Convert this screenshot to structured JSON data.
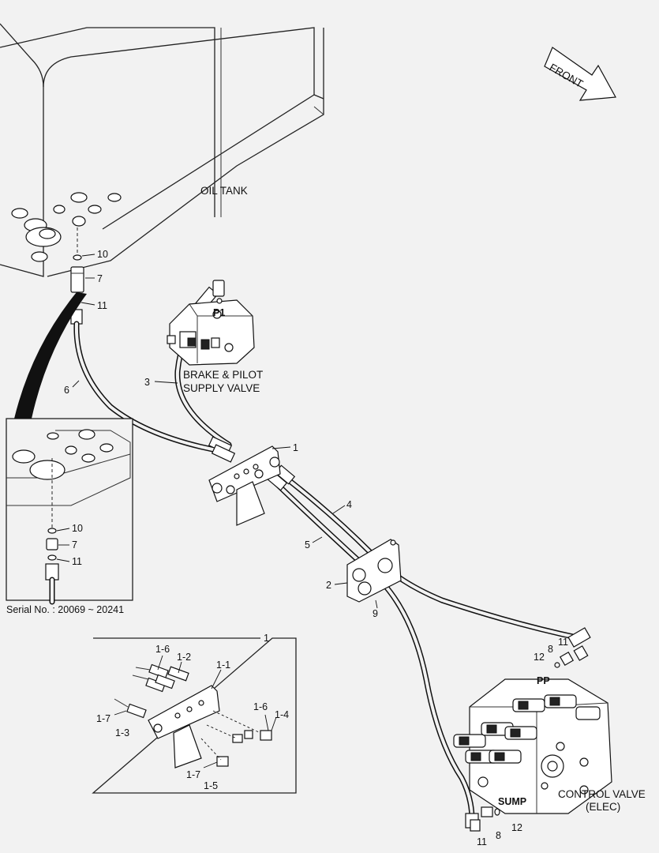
{
  "labels": {
    "oil_tank": "OIL TANK",
    "front": "FRONT",
    "brake_pilot_1": "BRAKE & PILOT",
    "brake_pilot_2": "SUPPLY VALVE",
    "p1": "P1",
    "pp": "PP",
    "sump": "SUMP",
    "control_valve_1": "CONTROL VALVE",
    "control_valve_2": "(ELEC)",
    "serial": "Serial No. : 20069 ~ 20241"
  },
  "callouts": {
    "c10_top": "10",
    "c7_top": "7",
    "c11_top": "11",
    "c6": "6",
    "c3": "3",
    "c1": "1",
    "c4": "4",
    "c5": "5",
    "c2": "2",
    "c9": "9",
    "c11_pp": "11",
    "c8_pp": "8",
    "c12_pp": "12",
    "c11_sump": "11",
    "c8_sump": "8",
    "c12_sump": "12",
    "c10_inset": "10",
    "c7_inset": "7",
    "c11_inset": "11",
    "c1_detail": "1",
    "d_1_6a": "1-6",
    "d_1_2": "1-2",
    "d_1_1": "1-1",
    "d_1_7a": "1-7",
    "d_1_3": "1-3",
    "d_1_6b": "1-6",
    "d_1_4": "1-4",
    "d_1_7b": "1-7",
    "d_1_5": "1-5"
  }
}
